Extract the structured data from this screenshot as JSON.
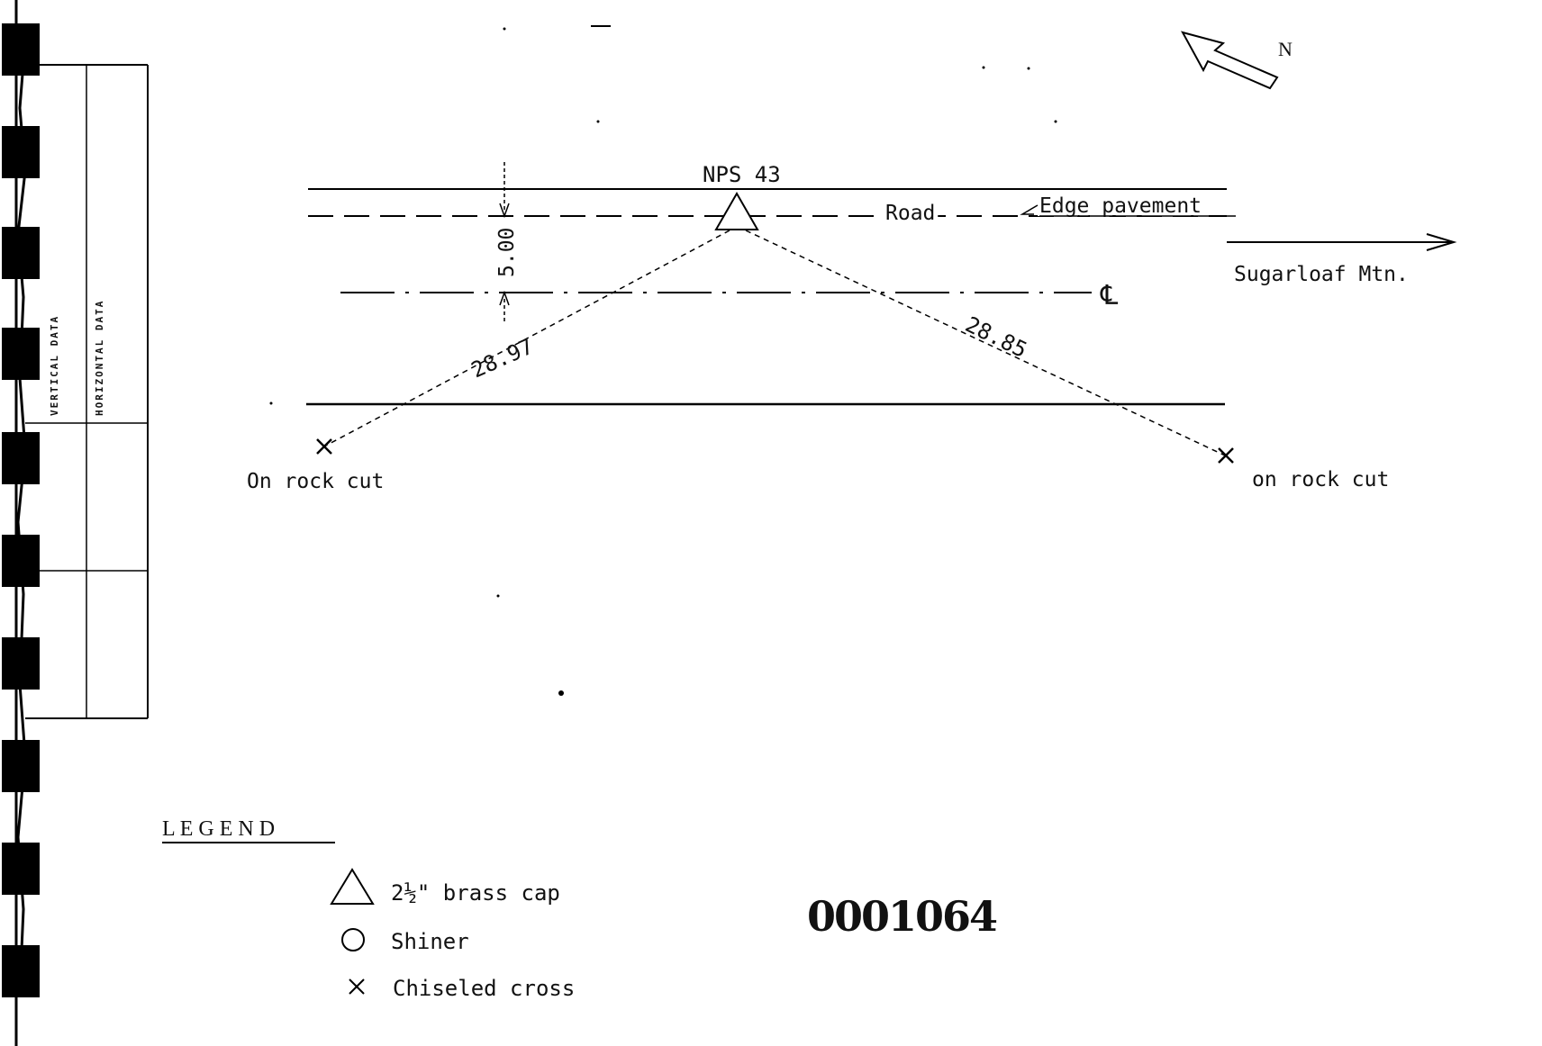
{
  "side_panel": {
    "vertical_label": "VERTICAL DATA",
    "horizontal_label": "HORIZONTAL DATA"
  },
  "north_arrow": {
    "label": "N"
  },
  "station": {
    "name": "NPS 43"
  },
  "labels": {
    "road": "Road",
    "edge_pavement": "Edge pavement",
    "sugarloaf": "Sugarloaf Mtn.",
    "centerline_symbol": "℄",
    "offset": "5.00",
    "dist_left": "28.97",
    "dist_right": "28.85",
    "rock_cut_left": "On rock cut",
    "rock_cut_right": "on rock cut"
  },
  "legend": {
    "title": "L E G E N D",
    "items": [
      {
        "symbol": "triangle-icon",
        "text": "2½\" brass cap"
      },
      {
        "symbol": "circle-icon",
        "text": "Shiner"
      },
      {
        "symbol": "cross-icon",
        "text": "Chiseled cross"
      }
    ]
  },
  "stamp_number": "0001064"
}
